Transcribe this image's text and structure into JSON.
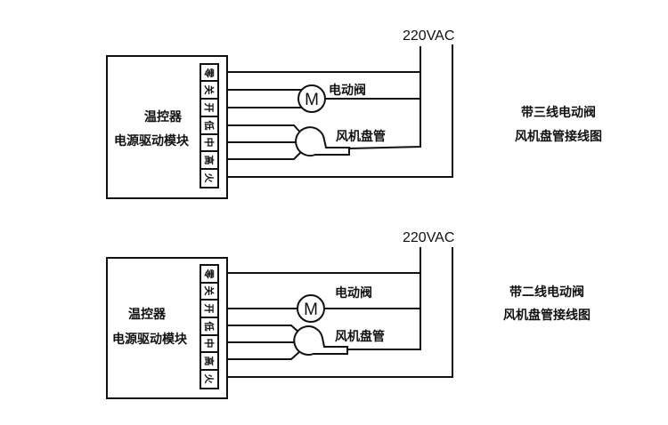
{
  "diagrams": [
    {
      "module_label_line1": "温控器",
      "module_label_line2": "电源驱动模块",
      "terminals": [
        "零",
        "关",
        "开",
        "低",
        "中",
        "高",
        "火"
      ],
      "power_label": "220VAC",
      "motor_symbol": "M",
      "valve_label": "电动阀",
      "fan_label": "风机盘管",
      "title_line1": "带三线电动阀",
      "title_line2": "风机盘管接线图"
    },
    {
      "module_label_line1": "温控器",
      "module_label_line2": "电源驱动模块",
      "terminals": [
        "零",
        "关",
        "开",
        "低",
        "中",
        "高",
        "火"
      ],
      "power_label": "220VAC",
      "motor_symbol": "M",
      "valve_label": "电动阀",
      "fan_label": "风机盘管",
      "title_line1": "带二线电动阀",
      "title_line2": "风机盘管接线图"
    }
  ],
  "colors": {
    "line": "#111111",
    "background": "#ffffff"
  }
}
